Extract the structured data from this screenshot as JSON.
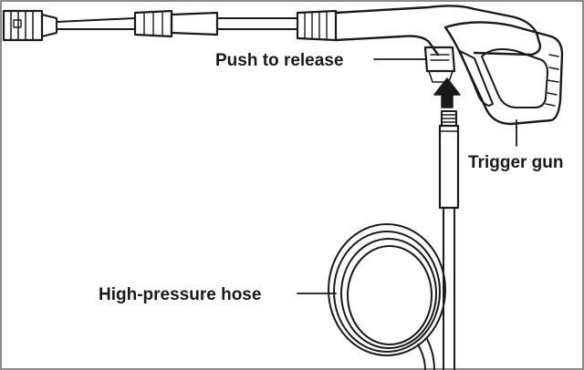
{
  "labels": {
    "release": "Push to release",
    "trigger": "Trigger gun",
    "hose": "High-pressure hose"
  },
  "colors": {
    "ink": "#1a1a1a",
    "fill_light": "#f4f4f4",
    "background": "#ffffff"
  },
  "icons": [
    "up-arrow-icon"
  ]
}
